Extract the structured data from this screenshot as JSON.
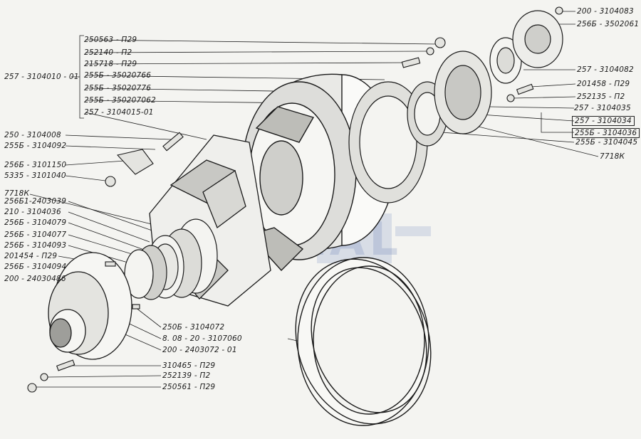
{
  "watermark": "BAZAL",
  "left_labels": [
    {
      "id": "l-250563",
      "text": "250563 - П29"
    },
    {
      "id": "l-252140",
      "text": "252140 - П2"
    },
    {
      "id": "l-215718",
      "text": "215718 - П29"
    },
    {
      "id": "l-255b-766",
      "text": "255Б - 35020766"
    },
    {
      "id": "l-255b-776",
      "text": "255Б - 35020776"
    },
    {
      "id": "l-255b-7062",
      "text": "255Б - 350207062"
    },
    {
      "id": "l-257-01",
      "text": "257 - 3104015-01"
    },
    {
      "id": "l-250-008",
      "text": "250 - 3104008"
    },
    {
      "id": "l-255b-092",
      "text": "255Б - 3104092"
    },
    {
      "id": "l-256b-150",
      "text": "256Б - 3101150"
    },
    {
      "id": "l-5335",
      "text": "5335 - 3101040"
    },
    {
      "id": "l-7718k-l",
      "text": "7718К"
    },
    {
      "id": "l-256b1-039",
      "text": "256Б1-2403039"
    },
    {
      "id": "l-210-036",
      "text": "210 - 3104036"
    },
    {
      "id": "l-256b-079",
      "text": "256Б - 3104079"
    },
    {
      "id": "l-256b-077",
      "text": "256Б - 3104077"
    },
    {
      "id": "l-256b-093",
      "text": "256Б - 3104093"
    },
    {
      "id": "l-201454",
      "text": "201454 - П29"
    },
    {
      "id": "l-256b-094",
      "text": "256Б - 3104094"
    },
    {
      "id": "l-200-0486",
      "text": "200 - 24030486"
    }
  ],
  "group_label": "257 - 3104010 - 01",
  "right_labels": [
    {
      "id": "r-200-083",
      "text": "200 - 3104083"
    },
    {
      "id": "r-256b-061",
      "text": "256Б - 3502061"
    },
    {
      "id": "r-257-082",
      "text": "257 - 3104082"
    },
    {
      "id": "r-201458",
      "text": "201458 - П29"
    },
    {
      "id": "r-252135",
      "text": "252135 - П2"
    },
    {
      "id": "r-257-035",
      "text": "257 - 3104035"
    },
    {
      "id": "r-257-034",
      "text": "257 - 3104034"
    },
    {
      "id": "r-255b-036",
      "text": "255Б - 3104036"
    },
    {
      "id": "r-255b-045",
      "text": "255Б - 3104045"
    },
    {
      "id": "r-7718k",
      "text": "7718К"
    }
  ],
  "bottom_labels": [
    {
      "id": "b-250b-072",
      "text": "250Б - 3104072"
    },
    {
      "id": "b-808",
      "text": "8. 08 - 20 - 3107060"
    },
    {
      "id": "b-200-01",
      "text": "200 - 2403072 - 01"
    },
    {
      "id": "b-310465",
      "text": "310465 - П29"
    },
    {
      "id": "b-252139",
      "text": "252139 - П2"
    },
    {
      "id": "b-250561",
      "text": "250561 - П29"
    }
  ]
}
